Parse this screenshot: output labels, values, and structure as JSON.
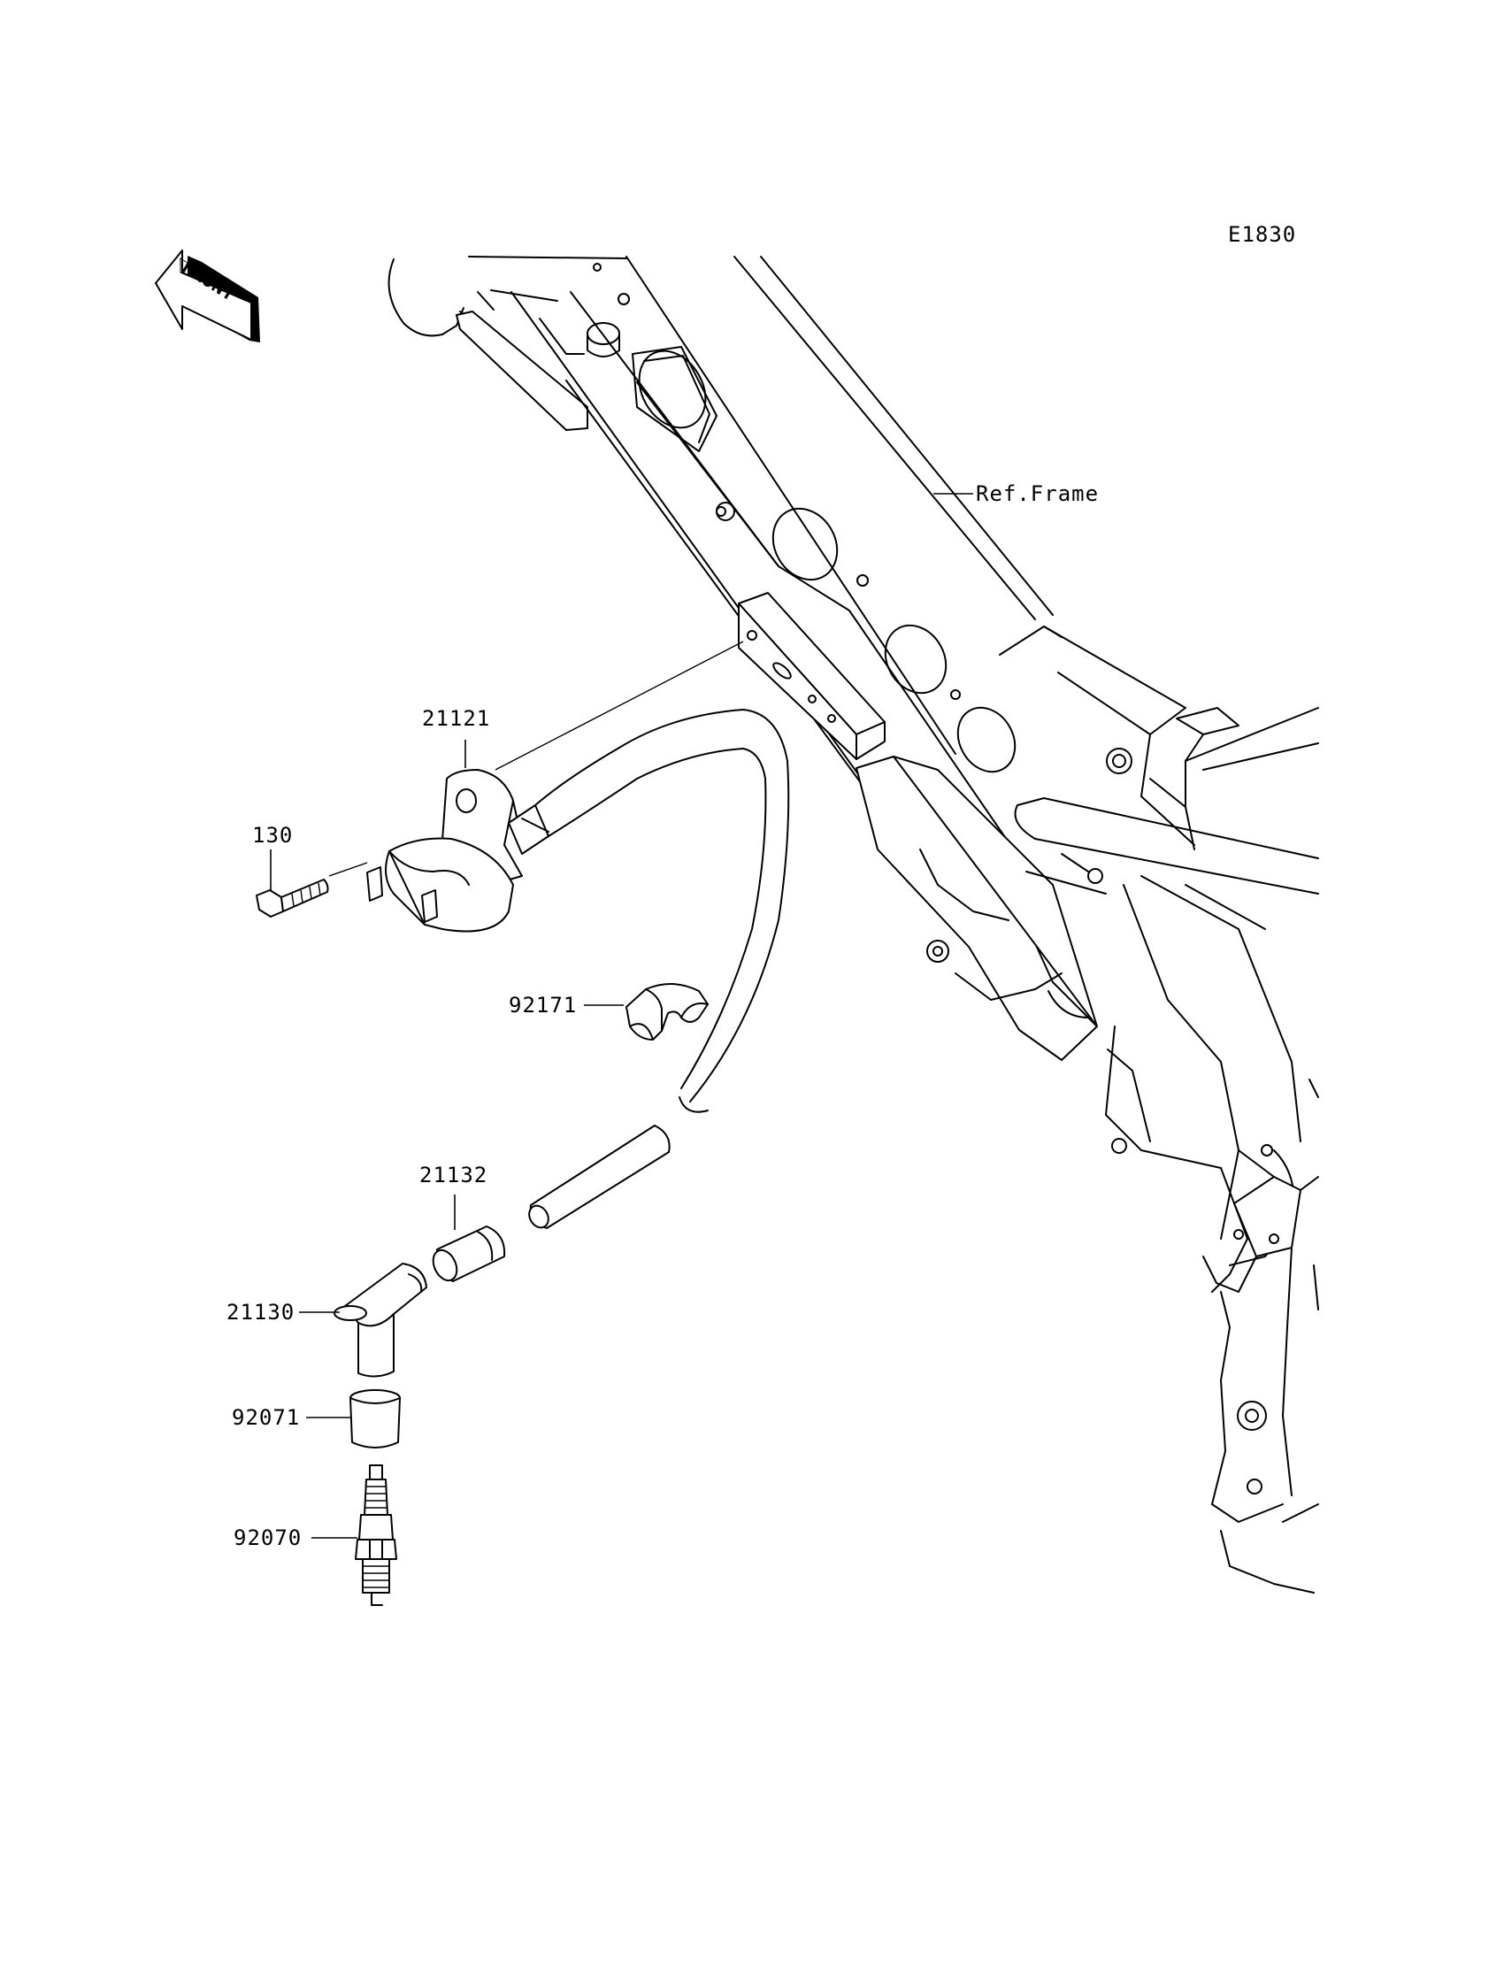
{
  "diagram_code": "E1830",
  "front_badge": "FRONT",
  "frame_reference": "Ref.Frame",
  "parts": [
    {
      "number": "21121"
    },
    {
      "number": "130"
    },
    {
      "number": "92171"
    },
    {
      "number": "21132"
    },
    {
      "number": "21130"
    },
    {
      "number": "92071"
    },
    {
      "number": "92070"
    }
  ]
}
